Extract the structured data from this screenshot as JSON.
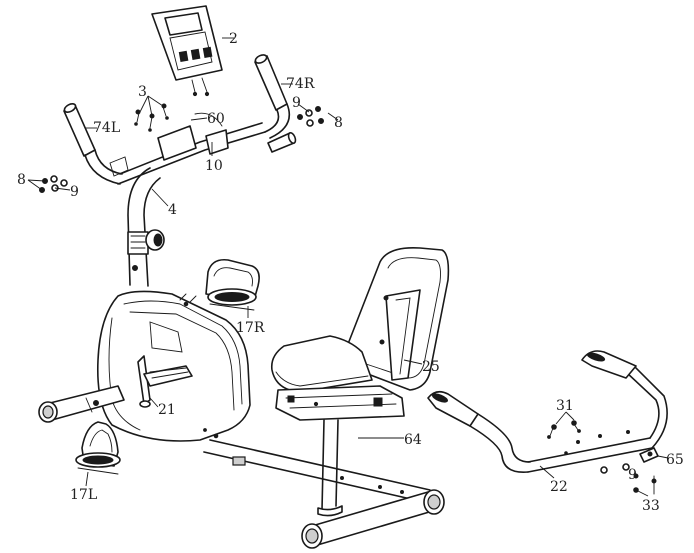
{
  "labels": {
    "console": "2",
    "bolts_top": "3",
    "handlebar_right": "74R",
    "handlebar_left": "74L",
    "washer_right": "9",
    "nut_right": "8",
    "nut_left": "8",
    "washer_left": "9",
    "bracket": "60",
    "plate": "10",
    "post": "4",
    "pedal_right": "17R",
    "seat": "25",
    "crank": "21",
    "rail": "64",
    "pedal_left": "17L",
    "bolts_rear": "31",
    "rear_handlebar": "22",
    "clip": "65",
    "washer_rear": "9",
    "screw_rear": "33"
  }
}
